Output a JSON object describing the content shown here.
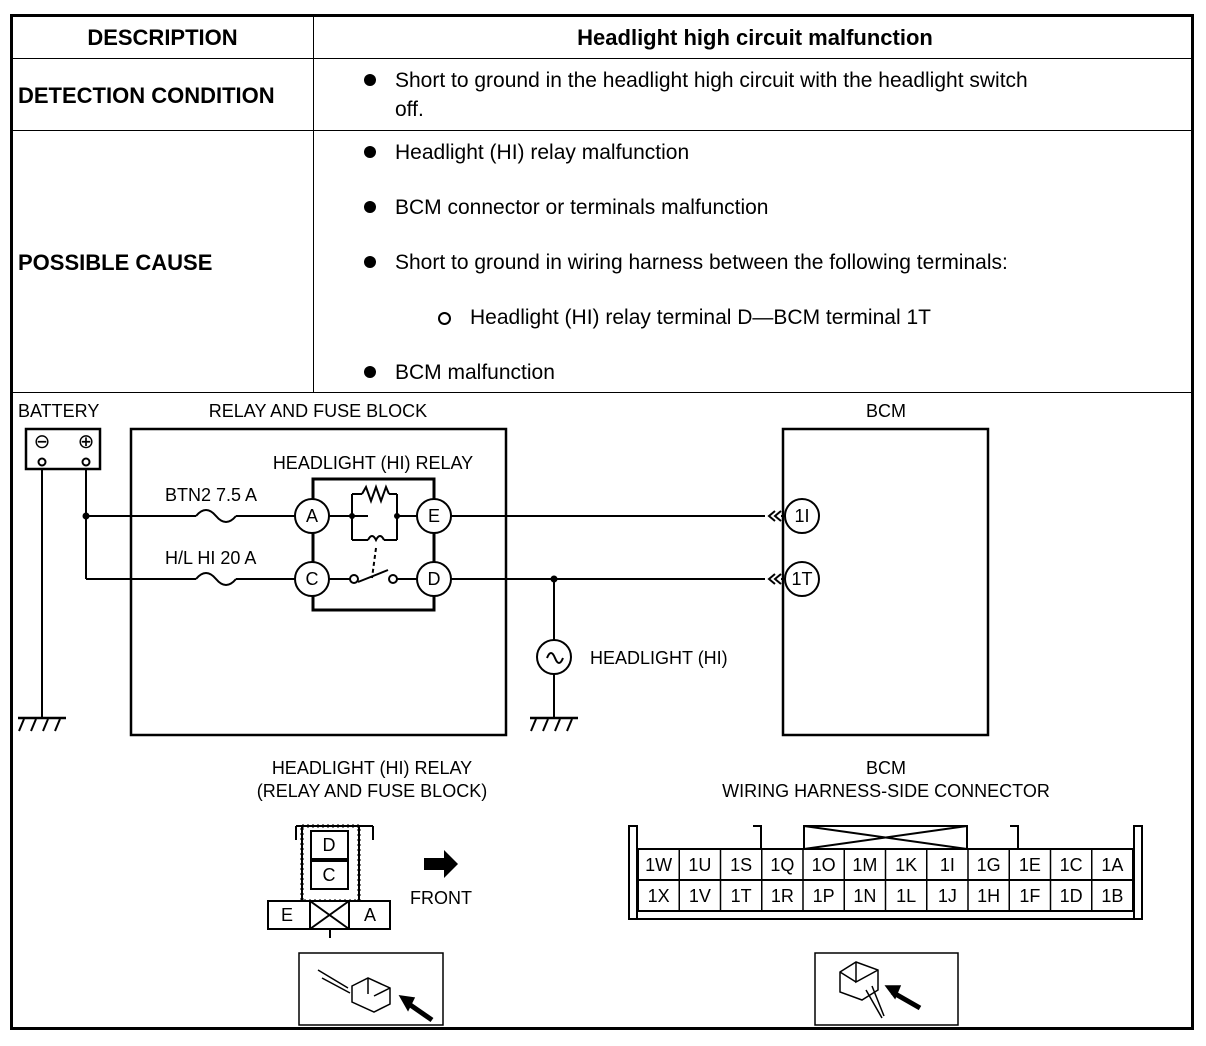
{
  "table": {
    "header_left": "DESCRIPTION",
    "header_right": "Headlight high circuit malfunction",
    "detection_label": "DETECTION CONDITION",
    "detection_line1": "Short to ground in the headlight high circuit with the headlight switch",
    "detection_line2": "off.",
    "cause_label": "POSSIBLE CAUSE",
    "causes": [
      "Headlight (HI) relay malfunction",
      "BCM connector or terminals malfunction",
      "Short to ground in wiring harness between the following terminals:",
      "BCM malfunction"
    ],
    "sub_cause": "Headlight (HI) relay terminal D—BCM terminal 1T"
  },
  "diagram": {
    "battery": "BATTERY",
    "minus": "⊖",
    "plus": "⊕",
    "relay_fuse_block": "RELAY AND FUSE BLOCK",
    "bcm": "BCM",
    "relay_title": "HEADLIGHT (HI) RELAY",
    "fuse1": "BTN2 7.5 A",
    "fuse2": "H/L HI 20 A",
    "headlight": "HEADLIGHT (HI)",
    "terminals": {
      "a": "A",
      "b": "E",
      "c": "C",
      "d": "D",
      "e": "1I",
      "f": "1T"
    }
  },
  "connectors": {
    "relay_caption1": "HEADLIGHT (HI) RELAY",
    "relay_caption2": "(RELAY AND FUSE BLOCK)",
    "front": "FRONT",
    "relay_pins": {
      "d": "D",
      "c": "C",
      "e": "E",
      "a": "A"
    },
    "bcm_caption1": "BCM",
    "bcm_caption2": "WIRING HARNESS-SIDE CONNECTOR",
    "bcm_row1": [
      "1W",
      "1U",
      "1S",
      "1Q",
      "1O",
      "1M",
      "1K",
      "1I",
      "1G",
      "1E",
      "1C",
      "1A"
    ],
    "bcm_row2": [
      "1X",
      "1V",
      "1T",
      "1R",
      "1P",
      "1N",
      "1L",
      "1J",
      "1H",
      "1F",
      "1D",
      "1B"
    ]
  }
}
